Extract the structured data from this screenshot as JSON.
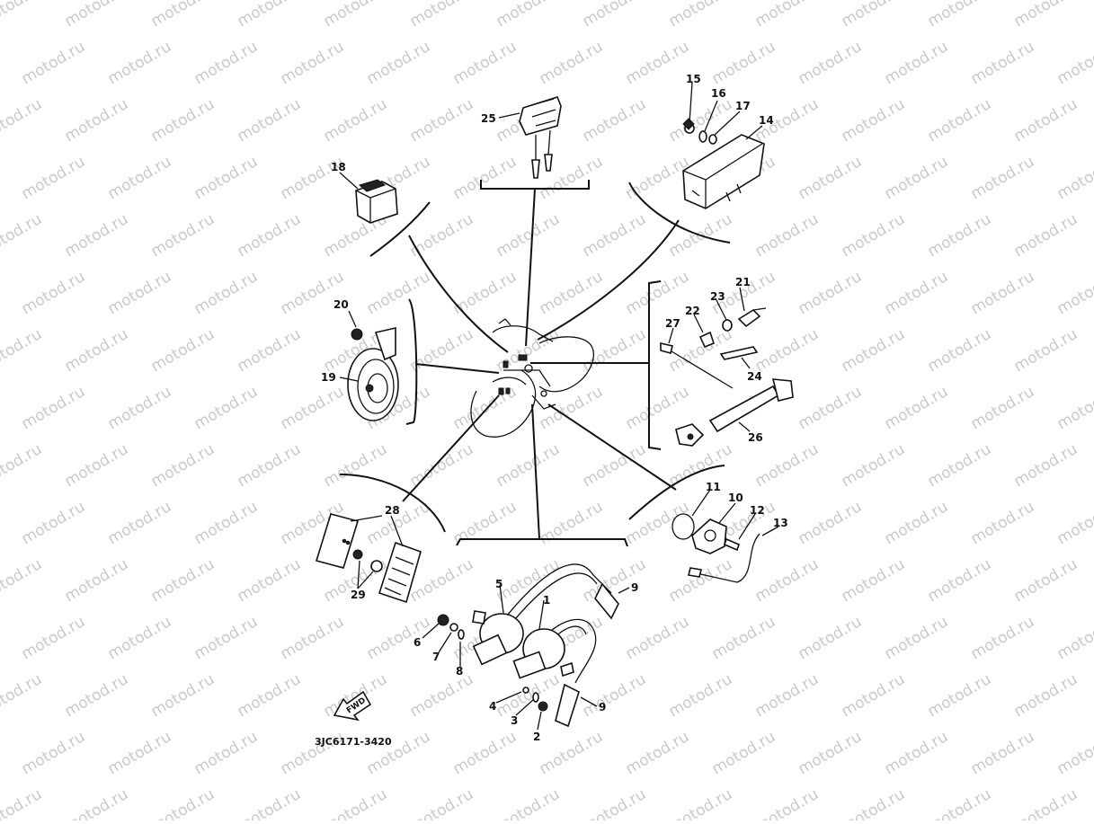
{
  "watermark": "motod.ru",
  "diagram_code": "3JC6171-3420",
  "direction_label": "FWD",
  "part_numbers": [
    "1",
    "2",
    "3",
    "4",
    "5",
    "6",
    "7",
    "8",
    "9",
    "9",
    "10",
    "11",
    "12",
    "13",
    "14",
    "15",
    "16",
    "17",
    "18",
    "19",
    "20",
    "21",
    "22",
    "23",
    "24",
    "25",
    "26",
    "27",
    "28",
    "29"
  ]
}
